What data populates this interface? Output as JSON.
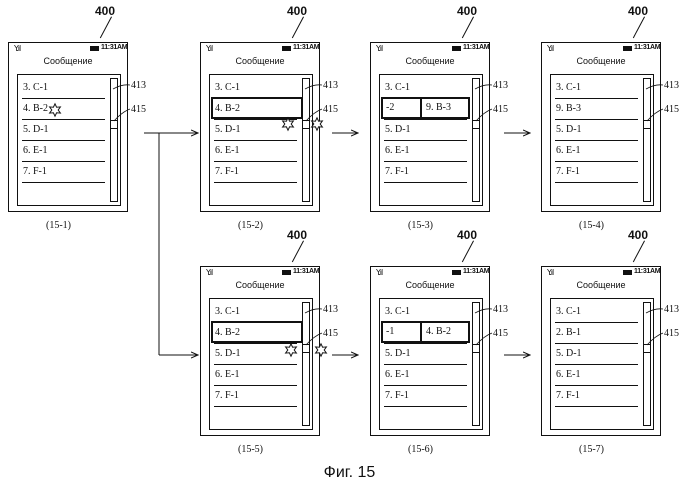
{
  "ref_label": "400",
  "callouts": {
    "scroll_track": "413",
    "scroll_thumb": "415"
  },
  "status": {
    "time": "11:31AM"
  },
  "panels": [
    {
      "caption": "(15-1)",
      "title": "Сообщение",
      "rows": [
        "3. C-1",
        "4. B-2",
        "5. D-1",
        "6. E-1",
        "7. F-1"
      ]
    },
    {
      "caption": "(15-2)",
      "title": "Сообщение",
      "rows": [
        "3. C-1",
        "4. B-2",
        "5. D-1",
        "6. E-1",
        "7. F-1"
      ]
    },
    {
      "caption": "(15-3)",
      "title": "Сообщение",
      "rows": [
        "3. C-1",
        "",
        "5. D-1",
        "6. E-1",
        "7. F-1"
      ],
      "split": [
        "-2",
        "9. B-3"
      ]
    },
    {
      "caption": "(15-4)",
      "title": "Сообщение",
      "rows": [
        "3. C-1",
        "9. B-3",
        "5. D-1",
        "6. E-1",
        "7. F-1"
      ]
    },
    {
      "caption": "(15-5)",
      "title": "Сообщение",
      "rows": [
        "3. C-1",
        "4. B-2",
        "5. D-1",
        "6. E-1",
        "7. F-1"
      ]
    },
    {
      "caption": "(15-6)",
      "title": "Сообщение",
      "rows": [
        "3. C-1",
        "",
        "5. D-1",
        "6. E-1",
        "7. F-1"
      ],
      "split": [
        "-1",
        "4. B-2"
      ]
    },
    {
      "caption": "(15-7)",
      "title": "Сообщение",
      "rows": [
        "3. C-1",
        "2. B-1",
        "5. D-1",
        "6. E-1",
        "7. F-1"
      ]
    }
  ],
  "figure_caption": "Фиг. 15"
}
